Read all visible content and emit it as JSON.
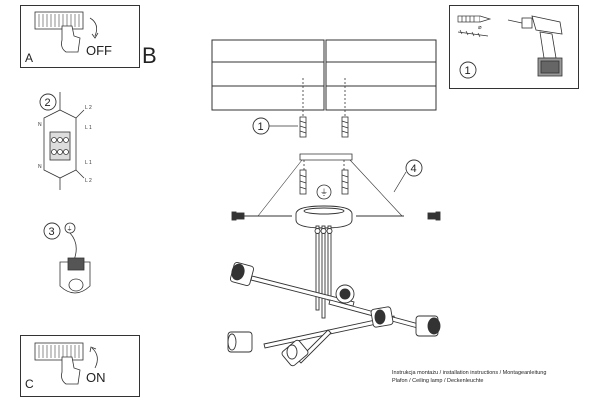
{
  "steps": {
    "panel_a": {
      "letter": "A",
      "action": "OFF"
    },
    "panel_b": {
      "letter": "B"
    },
    "panel_c": {
      "letter": "C",
      "action": "ON"
    },
    "tools_step": "1",
    "wiring_step": "2",
    "wire_labels": {
      "l2": "L 2",
      "l1": "L 1",
      "n": "N",
      "pe": "⏚"
    },
    "ground_step": "3",
    "screw_step": "1",
    "canopy_step": "4"
  },
  "caption": {
    "line1": "Instrukcja montażu / installation instructions / Montageanleitung",
    "line2": "Plafon / Ceiling lamp / Deckenleuchte"
  },
  "colors": {
    "line": "#333333",
    "fill": "#ffffff",
    "accent": "#000000"
  }
}
